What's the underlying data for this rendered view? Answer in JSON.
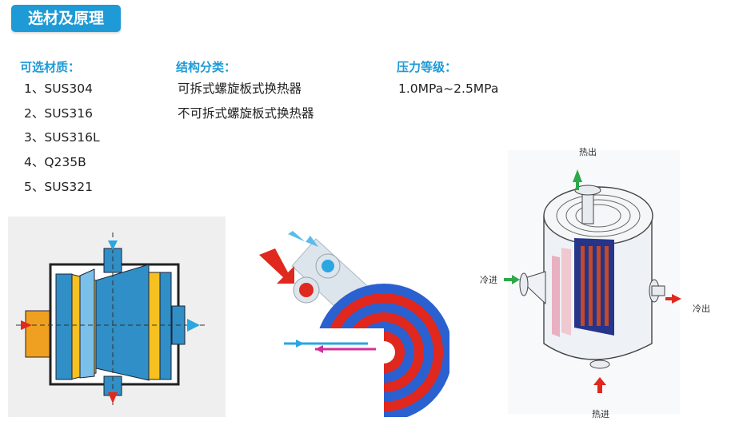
{
  "section_title": "选材及原理",
  "materials": {
    "heading": "可选材质：",
    "items": [
      "1、SUS304",
      "2、SUS316",
      "3、SUS316L",
      "4、Q235B",
      "5、SUS321"
    ]
  },
  "structure": {
    "heading": "结构分类：",
    "items": [
      "可拆式螺旋板式换热器",
      "不可拆式螺旋板式换热器"
    ]
  },
  "pressure": {
    "heading": "压力等级：",
    "value": "1.0MPa~2.5MPa"
  },
  "diagram_labels": {
    "hot_out": "热出",
    "cold_in": "冷进",
    "cold_out": "冷出",
    "hot_in": "热进"
  },
  "colors": {
    "accent": "#1e9ad6",
    "hot": "#e0281e",
    "cold": "#2aa6e0",
    "shell_blue": "#2f8fc6",
    "orange": "#f0a020",
    "green_arrow": "#2ea84a"
  }
}
